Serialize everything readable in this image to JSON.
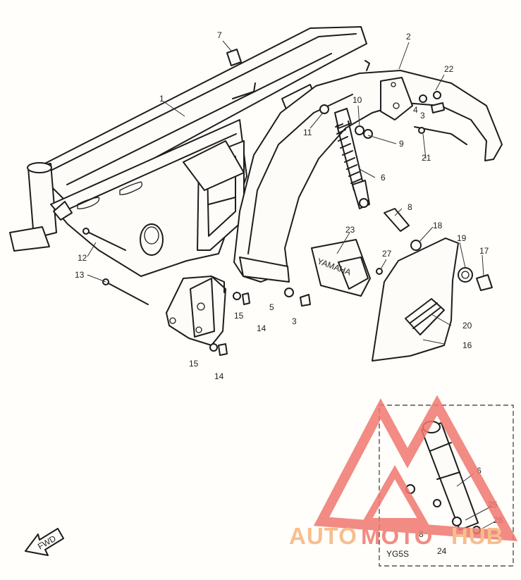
{
  "diagram": {
    "callouts": [
      {
        "id": "c1",
        "text": "1"
      },
      {
        "id": "c2",
        "text": "2"
      },
      {
        "id": "c3a",
        "text": "3"
      },
      {
        "id": "c3b",
        "text": "3"
      },
      {
        "id": "c4",
        "text": "4"
      },
      {
        "id": "c5",
        "text": "5"
      },
      {
        "id": "c6",
        "text": "6"
      },
      {
        "id": "c7",
        "text": "7"
      },
      {
        "id": "c8",
        "text": "8"
      },
      {
        "id": "c9",
        "text": "9"
      },
      {
        "id": "c10",
        "text": "10"
      },
      {
        "id": "c11",
        "text": "11"
      },
      {
        "id": "c12",
        "text": "12"
      },
      {
        "id": "c13",
        "text": "13"
      },
      {
        "id": "c14a",
        "text": "14"
      },
      {
        "id": "c14b",
        "text": "14"
      },
      {
        "id": "c15a",
        "text": "15"
      },
      {
        "id": "c15b",
        "text": "15"
      },
      {
        "id": "c16",
        "text": "16"
      },
      {
        "id": "c17",
        "text": "17"
      },
      {
        "id": "c18",
        "text": "18"
      },
      {
        "id": "c19",
        "text": "19"
      },
      {
        "id": "c20",
        "text": "20"
      },
      {
        "id": "c21",
        "text": "21"
      },
      {
        "id": "c22",
        "text": "22"
      },
      {
        "id": "c23",
        "text": "23"
      },
      {
        "id": "c27",
        "text": "27"
      }
    ],
    "inset": {
      "title": "YG5S",
      "callouts": [
        {
          "id": "i6",
          "text": "6"
        },
        {
          "id": "i8",
          "text": "8"
        },
        {
          "id": "i24",
          "text": "24"
        },
        {
          "id": "i25",
          "text": "25"
        },
        {
          "id": "i26",
          "text": "26"
        }
      ]
    },
    "fwd_label": "FWD",
    "cover_brand": "YAMAHA"
  },
  "watermark": {
    "text_a": "AUTO",
    "text_b": "MOTO",
    "text_c": "HUB",
    "color_primary": "#f0786f",
    "color_secondary": "#f7b37a"
  }
}
